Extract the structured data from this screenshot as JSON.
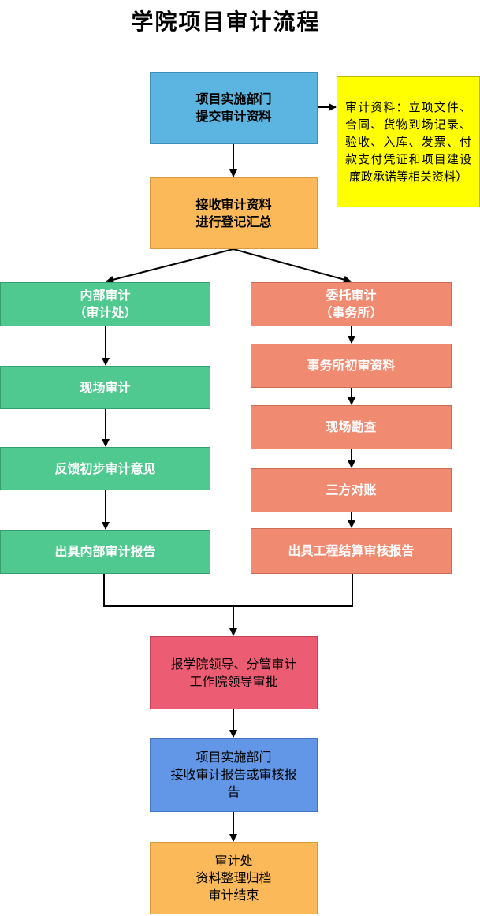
{
  "title": "学院项目审计流程",
  "nodes": {
    "submit": [
      "项目实施部门",
      "提交审计资料"
    ],
    "materials": "审计资料：立项文件、合同、货物到场记录、验收、入库、发票、付款支付凭证和项目建设廉政承诺等相关资料）",
    "receive": [
      "接收审计资料",
      "进行登记汇总"
    ],
    "internal": [
      "内部审计",
      "（审计处）"
    ],
    "internal_site": "现场审计",
    "internal_feedback": "反馈初步审计意见",
    "internal_report": "出具内部审计报告",
    "entrusted": [
      "委托审计",
      "（事务所）"
    ],
    "firm_review": "事务所初审资料",
    "firm_survey": "现场勘查",
    "firm_reconcile": "三方对账",
    "firm_report": "出具工程结算审核报告",
    "approval": [
      "报学院领导、分管审计",
      "工作院领导审批"
    ],
    "dept_receive": [
      "项目实施部门",
      "接收审计报告或审核报",
      "告"
    ],
    "archive": [
      "审计处",
      "资料整理归档",
      "审计结束"
    ]
  },
  "colors": {
    "blue": "#5bb5e0",
    "orange": "#fbb95a",
    "yellow": "#ffff00",
    "green": "#4fc98f",
    "salmon": "#f08a70",
    "rose": "#ec5c72",
    "mid_blue": "#6197e6"
  }
}
